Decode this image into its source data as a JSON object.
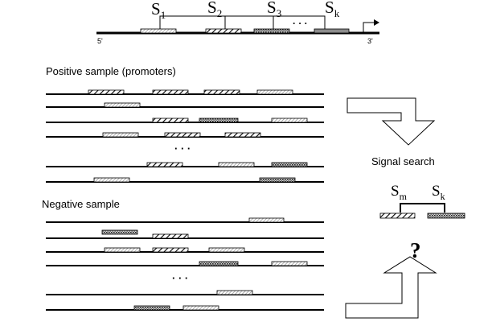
{
  "header": {
    "signals": [
      {
        "letter": "S",
        "sub": "1"
      },
      {
        "letter": "S",
        "sub": "2"
      },
      {
        "letter": "S",
        "sub": "3"
      },
      {
        "letter": "S",
        "sub": "k"
      }
    ],
    "ellipsis": "· · ·",
    "five_prime": "5'",
    "three_prime": "3'"
  },
  "positive": {
    "label": "Positive sample (promoters)",
    "ellipsis": "· · ·"
  },
  "negative": {
    "label": "Negative sample",
    "ellipsis": "· · ·"
  },
  "side": {
    "signal_search": "Signal search",
    "sm": {
      "letter": "S",
      "sub": "m"
    },
    "sk": {
      "letter": "S",
      "sub": "k"
    },
    "question": "?"
  },
  "colors": {
    "line": "#000000",
    "hatch_diag": "#000000",
    "hatch_light": "#888888",
    "dots": "#444444",
    "solid_grey": "#8c8c8c",
    "box_fill": "#ffffff"
  },
  "icons": {
    "transcription-start": "bent-arrow-icon",
    "arrow-down": "outlined-down-arrow-icon",
    "arrow-up": "outlined-up-arrow-icon"
  }
}
